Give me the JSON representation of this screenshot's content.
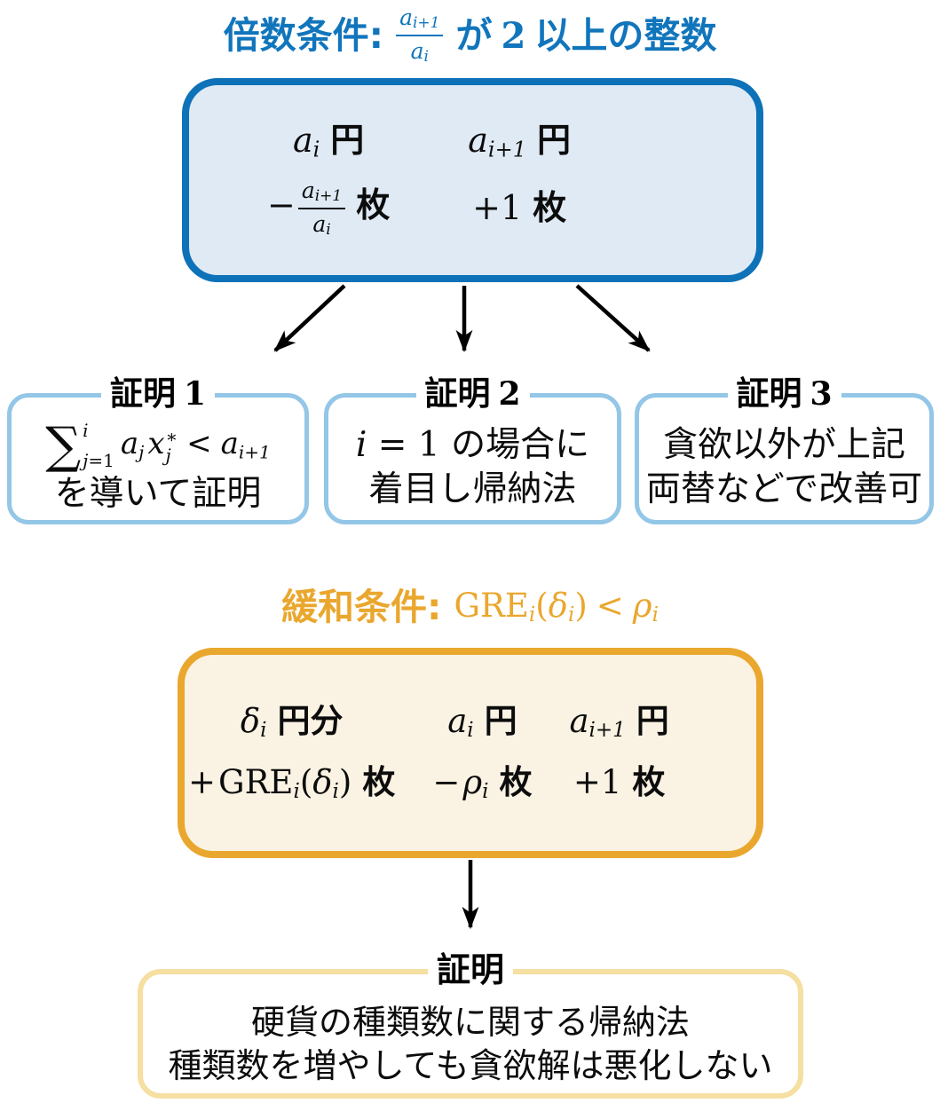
{
  "diagram": {
    "colors": {
      "blue": "#1175bc",
      "blue_border": "#0d72b8",
      "blue_fill": "#dfeaf5",
      "light_blue": "#93c6e7",
      "orange": "#eaa72e",
      "cream_fill": "#faf3e4",
      "light_yellow": "#f5dfa1",
      "arrow": "#000000"
    },
    "multiple": {
      "title": {
        "prefix": "倍数条件:",
        "frac_num_var": "a",
        "frac_num_sub": "i+1",
        "frac_den_var": "a",
        "frac_den_sub": "i",
        "ga": "が",
        "num": "2",
        "rest": "以上の整数"
      },
      "box": {
        "col1_row1": {
          "var": "a",
          "sub": "i",
          "unit": "円"
        },
        "col1_row2": {
          "sign": "−",
          "frac_num_var": "a",
          "frac_num_sub": "i+1",
          "frac_den_var": "a",
          "frac_den_sub": "i",
          "unit": "枚"
        },
        "col2_row1": {
          "var": "a",
          "sub": "i+1",
          "unit": "円"
        },
        "col2_row2": {
          "value": "+1",
          "unit": "枚"
        }
      },
      "proofs": [
        {
          "label": "証明",
          "number": "1",
          "math": {
            "sigma": "∑",
            "upper": "i",
            "lower_var": "j",
            "lower_rest": "=1",
            "t1_var": "a",
            "t1_sub": "j",
            "t2_var": "x",
            "t2_sup": "∗",
            "t2_sub": "j",
            "rel": "<",
            "t3_var": "a",
            "t3_sub": "i+1"
          },
          "line2": "を導いて証明"
        },
        {
          "label": "証明",
          "number": "2",
          "line1_var": "i",
          "line1_eq": "= 1",
          "line1_text": "の場合に",
          "line2": "着目し帰納法"
        },
        {
          "label": "証明",
          "number": "3",
          "line1": "貪欲以外が上記",
          "line2": "両替などで改善可"
        }
      ]
    },
    "relaxed": {
      "title": {
        "prefix": "緩和条件:",
        "formula": {
          "fn": "GRE",
          "fn_sub": "i",
          "open": "(",
          "arg_var": "δ",
          "arg_sub": "i",
          "close": ")",
          "rel": "<",
          "rhs_var": "ρ",
          "rhs_sub": "i"
        }
      },
      "box": {
        "col1_row1": {
          "var": "δ",
          "sub": "i",
          "unit": "円分"
        },
        "col1_row2": {
          "sign": "+",
          "fn": "GRE",
          "fn_sub": "i",
          "open": "(",
          "var": "δ",
          "var_sub": "i",
          "close": ")",
          "unit": "枚"
        },
        "col2_row1": {
          "var": "a",
          "sub": "i",
          "unit": "円"
        },
        "col2_row2": {
          "sign": "−",
          "var": "ρ",
          "sub": "i",
          "unit": "枚"
        },
        "col3_row1": {
          "var": "a",
          "sub": "i+1",
          "unit": "円"
        },
        "col3_row2": {
          "value": "+1",
          "unit": "枚"
        }
      },
      "proof": {
        "label": "証明",
        "line1": "硬貨の種類数に関する帰納法",
        "line2": "種類数を増やしても貪欲解は悪化しない"
      }
    }
  }
}
